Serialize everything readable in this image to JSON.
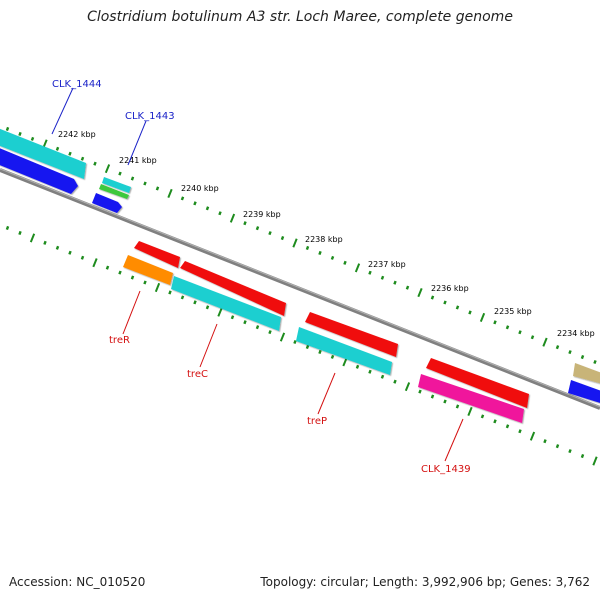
{
  "title": "Clostridium botulinum A3 str. Loch Maree, complete genome",
  "footer": {
    "accession": "Accession: NC_010520",
    "topology": "Topology: circular; Length: 3,992,906 bp; Genes: 3,762"
  },
  "tick_labels": [
    "2242 kbp",
    "2241 kbp",
    "2240 kbp",
    "2239 kbp",
    "2238 kbp",
    "2237 kbp",
    "2236 kbp",
    "2235 kbp",
    "2234 kbp"
  ],
  "gene_labels": [
    "CLK_1444",
    "CLK_1443",
    "treR",
    "treC",
    "treP",
    "CLK_1439"
  ],
  "colors": {
    "backbone": "#808080",
    "tick": "#1e8c1e",
    "cyan": "#1ccfd0",
    "blue": "#1515f0",
    "red": "#f01010",
    "orange": "#ff8c00",
    "green": "#3cc83c",
    "magenta": "#f0189c",
    "khaki": "#c8b478"
  }
}
